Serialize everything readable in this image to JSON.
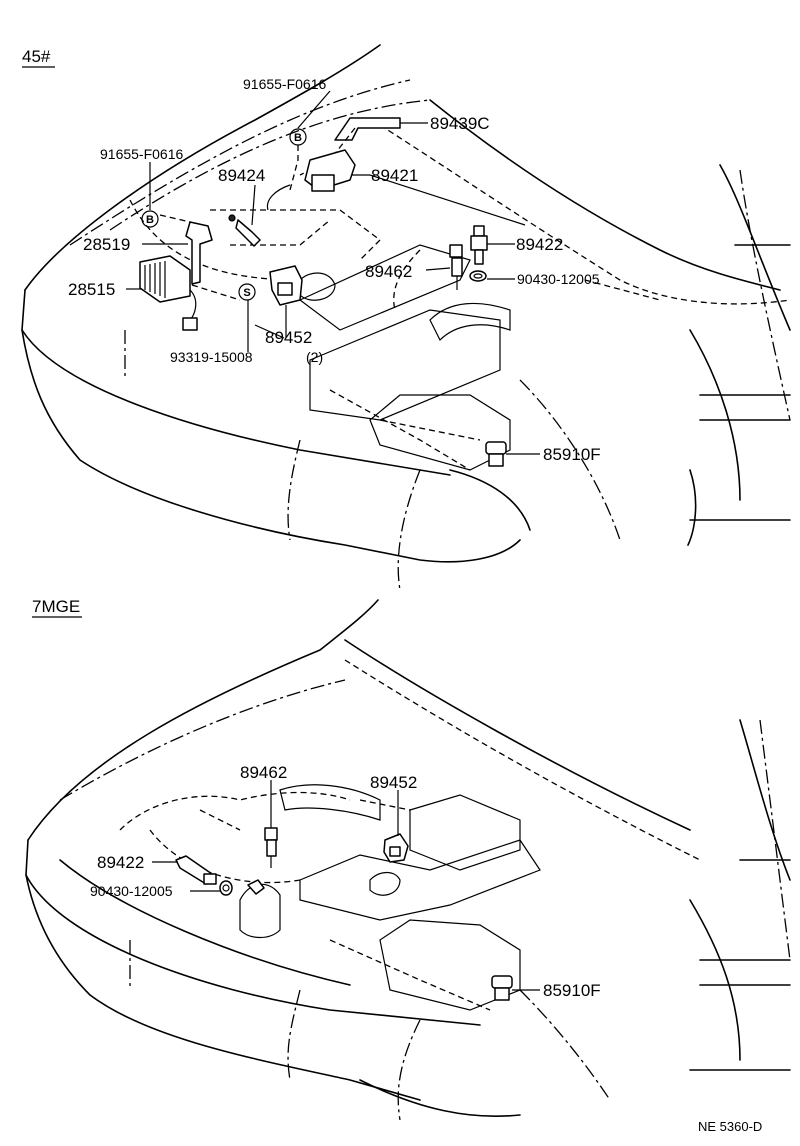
{
  "sections": {
    "top": {
      "title": "45#"
    },
    "bottom": {
      "title": "7MGE"
    }
  },
  "labels_top": {
    "p91655_a": "91655-F0616",
    "p91655_b": "91655-F0616",
    "p89439c": "89439C",
    "p89421": "89421",
    "p89424": "89424",
    "p28519": "28519",
    "p28515": "28515",
    "p89422": "89422",
    "p89462": "89462",
    "p90430": "90430-12005",
    "p89452": "89452",
    "p93319": "93319-15008",
    "p93319_qty": "(2)",
    "p85910f": "85910F"
  },
  "labels_bottom": {
    "p89462": "89462",
    "p89452": "89452",
    "p89422": "89422",
    "p90430": "90430-12005",
    "p85910f": "85910F"
  },
  "badges": {
    "b1": "B",
    "b2": "B",
    "s": "S"
  },
  "footer": {
    "code": "NE  5360-D"
  }
}
